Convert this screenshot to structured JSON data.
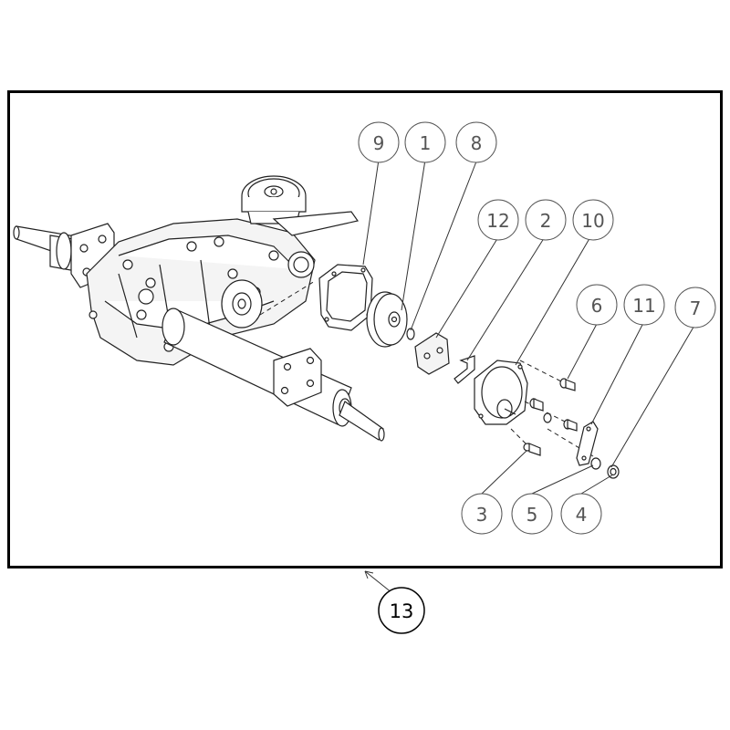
{
  "callouts": [
    {
      "id": "9",
      "label": "9"
    },
    {
      "id": "1",
      "label": "1"
    },
    {
      "id": "8",
      "label": "8"
    },
    {
      "id": "12",
      "label": "12"
    },
    {
      "id": "2",
      "label": "2"
    },
    {
      "id": "10",
      "label": "10"
    },
    {
      "id": "6",
      "label": "6"
    },
    {
      "id": "11",
      "label": "11"
    },
    {
      "id": "7",
      "label": "7"
    },
    {
      "id": "3",
      "label": "3"
    },
    {
      "id": "5",
      "label": "5"
    },
    {
      "id": "4",
      "label": "4"
    }
  ],
  "assembly_callout": {
    "label": "13"
  }
}
